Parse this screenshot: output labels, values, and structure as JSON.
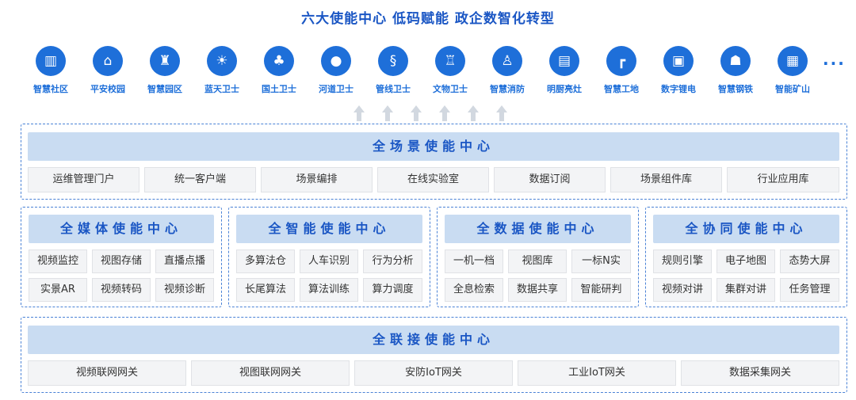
{
  "title": "六大使能中心  低码赋能  政企数智化转型",
  "scenarios": [
    {
      "label": "智慧社区",
      "icon": "apartment-buildings-icon",
      "glyph": "▥"
    },
    {
      "label": "平安校园",
      "icon": "campus-building-icon",
      "glyph": "⌂"
    },
    {
      "label": "智慧园区",
      "icon": "factory-icon",
      "glyph": "♜"
    },
    {
      "label": "蓝天卫士",
      "icon": "sun-cloud-icon",
      "glyph": "☀"
    },
    {
      "label": "国土卫士",
      "icon": "land-tree-icon",
      "glyph": "♣"
    },
    {
      "label": "河道卫士",
      "icon": "water-drop-icon",
      "glyph": "●"
    },
    {
      "label": "管线卫士",
      "icon": "pipeline-icon",
      "glyph": "§"
    },
    {
      "label": "文物卫士",
      "icon": "cultural-relic-icon",
      "glyph": "♖"
    },
    {
      "label": "智慧消防",
      "icon": "fire-hydrant-icon",
      "glyph": "♙"
    },
    {
      "label": "明厨亮灶",
      "icon": "oven-icon",
      "glyph": "▤"
    },
    {
      "label": "智慧工地",
      "icon": "tower-crane-icon",
      "glyph": "┏"
    },
    {
      "label": "数字锂电",
      "icon": "battery-chip-icon",
      "glyph": "▣"
    },
    {
      "label": "智慧钢铁",
      "icon": "worker-helmet-icon",
      "glyph": "☗"
    },
    {
      "label": "智能矿山",
      "icon": "mine-factory-icon",
      "glyph": "▦"
    }
  ],
  "more": "···",
  "colors": {
    "accent": "#1e6fd9",
    "band": "#c9dcf2",
    "title": "#1a56c4",
    "chip": "#f3f4f6",
    "border": "#4a82d6"
  },
  "scene_center": {
    "title": "全场景使能中心",
    "items": [
      "运维管理门户",
      "统一客户端",
      "场景编排",
      "在线实验室",
      "数据订阅",
      "场景组件库",
      "行业应用库"
    ]
  },
  "centers": [
    {
      "title": "全媒体使能中心",
      "items": [
        "视频监控",
        "视图存储",
        "直播点播",
        "实景AR",
        "视频转码",
        "视频诊断"
      ]
    },
    {
      "title": "全智能使能中心",
      "items": [
        "多算法仓",
        "人车识别",
        "行为分析",
        "长尾算法",
        "算法训练",
        "算力调度"
      ]
    },
    {
      "title": "全数据使能中心",
      "items": [
        "一机一档",
        "视图库",
        "一标N实",
        "全息检索",
        "数据共享",
        "智能研判"
      ]
    },
    {
      "title": "全协同使能中心",
      "items": [
        "规则引擎",
        "电子地图",
        "态势大屏",
        "视频对讲",
        "集群对讲",
        "任务管理"
      ]
    }
  ],
  "connect_center": {
    "title": "全联接使能中心",
    "items": [
      "视频联网网关",
      "视图联网网关",
      "安防IoT网关",
      "工业IoT网关",
      "数据采集网关"
    ]
  }
}
